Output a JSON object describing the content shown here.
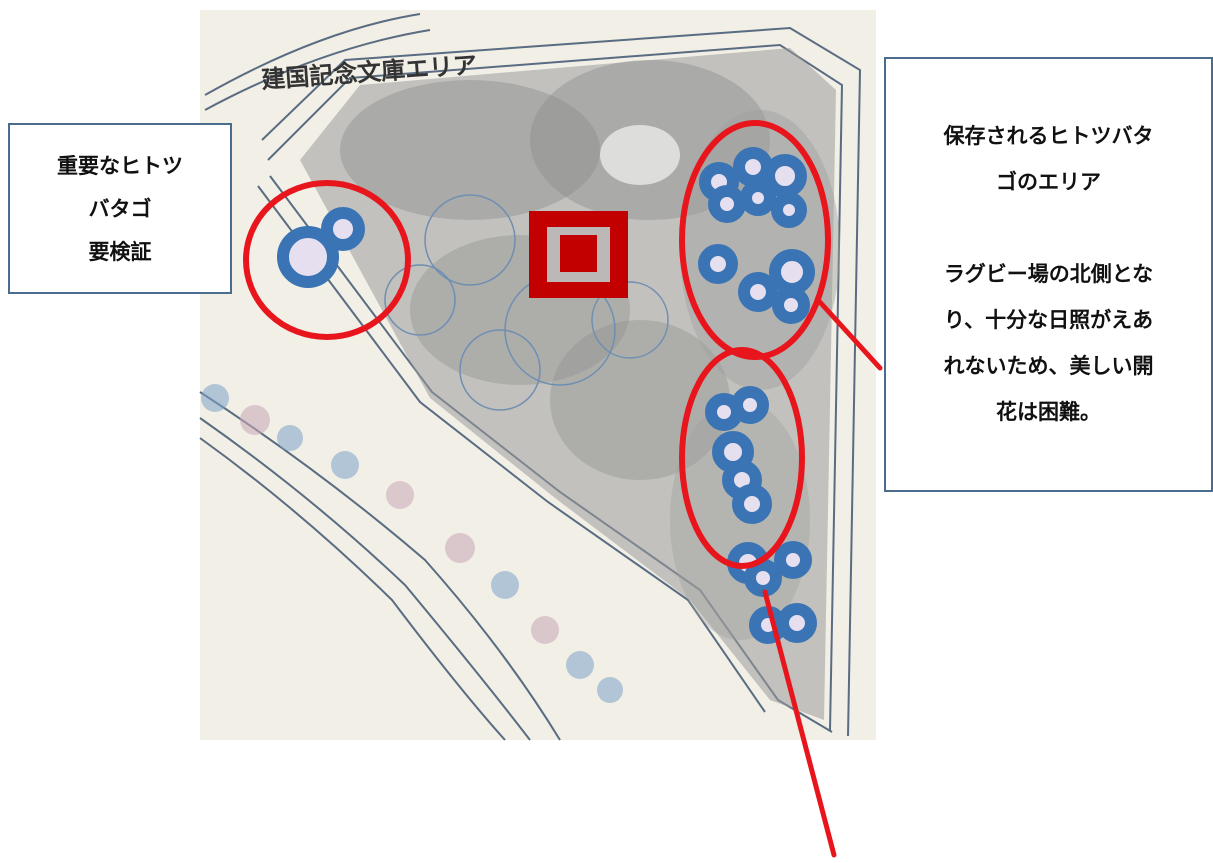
{
  "map": {
    "area_label": "建国記念文庫エリア"
  },
  "callouts": {
    "left": {
      "lines": [
        "重要なヒトツ",
        "バタゴ",
        "要検証"
      ]
    },
    "right": {
      "title_lines": [
        "保存されるヒトツバタ",
        "ゴのエリア"
      ],
      "body_lines": [
        "ラグビー場の北側とな",
        "り、十分な日照がえあ",
        "れないため、美しい開",
        "花は困難。"
      ]
    }
  },
  "colors": {
    "highlight_circle": "#e8161c",
    "tree_marker": "#3a74b4",
    "tree_marker_center": "#e6dff0",
    "square_marker": "#c30000",
    "callout_border": "#4a6c8f",
    "map_background": "#f1efe6",
    "tree_canopy": "#8e8e8e"
  },
  "markers": {
    "tree_marker_icon": "double-ring-dot",
    "square_marker_icon": "filled-square-with-frame"
  }
}
